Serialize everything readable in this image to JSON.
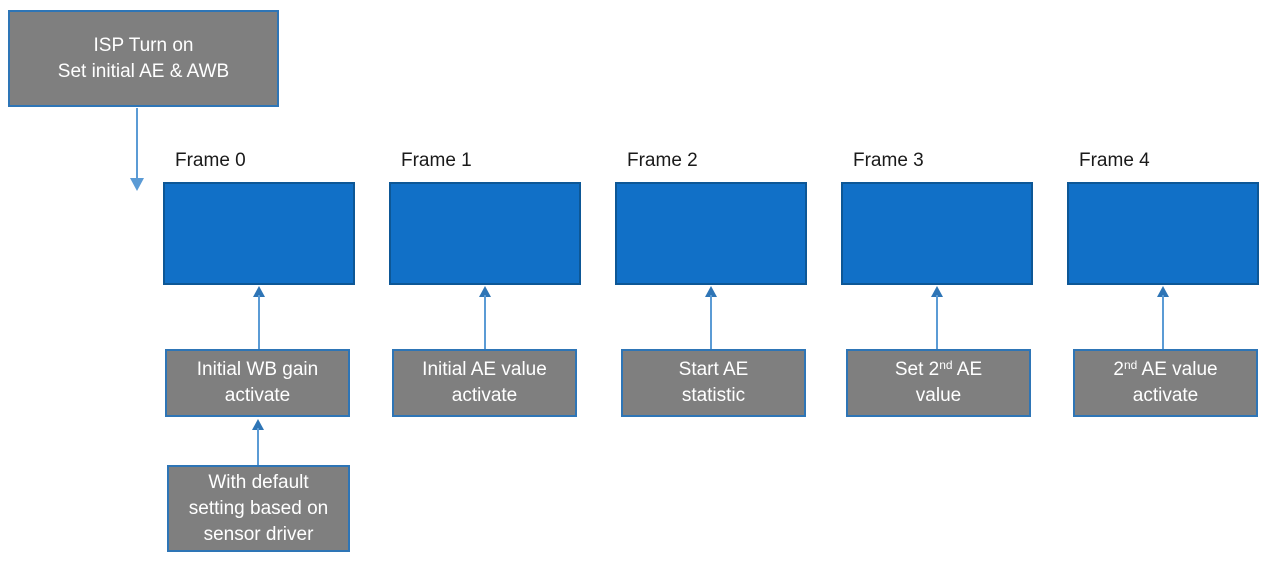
{
  "diagram": {
    "title_box": {
      "text": "ISP Turn on\nSet initial AE & AWB"
    },
    "frames": [
      {
        "label": "Frame 0",
        "note_pre": "Initial WB gain\nactivate",
        "note_sup": "",
        "note_post": ""
      },
      {
        "label": "Frame 1",
        "note_pre": "Initial AE value\nactivate",
        "note_sup": "",
        "note_post": ""
      },
      {
        "label": "Frame 2",
        "note_pre": "Start AE\nstatistic",
        "note_sup": "",
        "note_post": ""
      },
      {
        "label": "Frame 3",
        "note_pre": "Set 2",
        "note_sup": "nd",
        "note_post": " AE\nvalue"
      },
      {
        "label": "Frame 4",
        "note_pre": "2",
        "note_sup": "nd",
        "note_post": " AE value\nactivate"
      }
    ],
    "extra_note": {
      "text": "With default\nsetting based on\nsensor driver"
    },
    "colors": {
      "frame_fill": "#1170C7",
      "frame_border": "#0D5796",
      "note_fill": "#7F7F7F",
      "note_border": "#2E75B6",
      "arrow_line": "#5B9BD5",
      "arrow_head": "#2E75B6",
      "label_text": "#1A1A1A",
      "note_text": "#FFFFFF"
    }
  }
}
